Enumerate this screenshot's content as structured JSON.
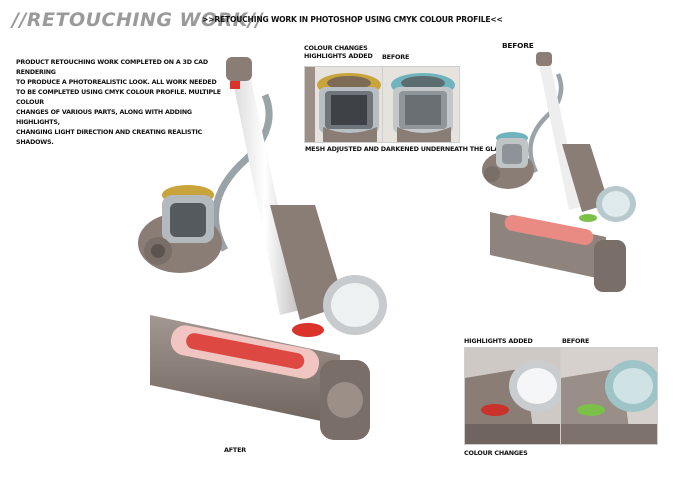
{
  "header": {
    "title": "//RETOUCHING WORK//",
    "subtitle": ">>RETOUCHING WORK IN PHOTOSHOP USING CMYK COLOUR PROFILE<<"
  },
  "description": {
    "lines": [
      "PRODUCT RETOUCHING WORK COMPLETED ON A 3D CAD RENDERING",
      "TO PRODUCE A PHOTOREALISTIC LOOK. ALL WORK NEEDED",
      "TO BE COMPLETED USING CMYK COLOUR PROFILE. MULTIPLE COLOUR",
      "CHANGES OF VARIOUS PARTS, ALONG WITH ADDING HIGHLIGHTS,",
      "CHANGING LIGHT DIRECTION AND CREATING REALISTIC SHADOWS."
    ]
  },
  "labels": {
    "colour_changes_top_1": "COLOUR CHANGES",
    "colour_changes_top_2": "HIGHLIGHTS ADDED",
    "before_top": "BEFORE",
    "mesh_caption": "MESH ADJUSTED AND DARKENED UNDERNEATH THE GLASS",
    "before_main": "BEFORE",
    "after_main": "AFTER",
    "highlights_added_bottom": "HIGHLIGHTS ADDED",
    "before_bottom": "BEFORE",
    "colour_changes_bottom": "COLOUR CHANGES"
  },
  "colors": {
    "body_grey": "#8a7d76",
    "accent_red": "#d9332b",
    "cyclone_gold": "#c9a33b",
    "cyclone_teal": "#6fb3bd",
    "green_clip": "#7cc04a",
    "title_grey": "#9a9a9a"
  }
}
